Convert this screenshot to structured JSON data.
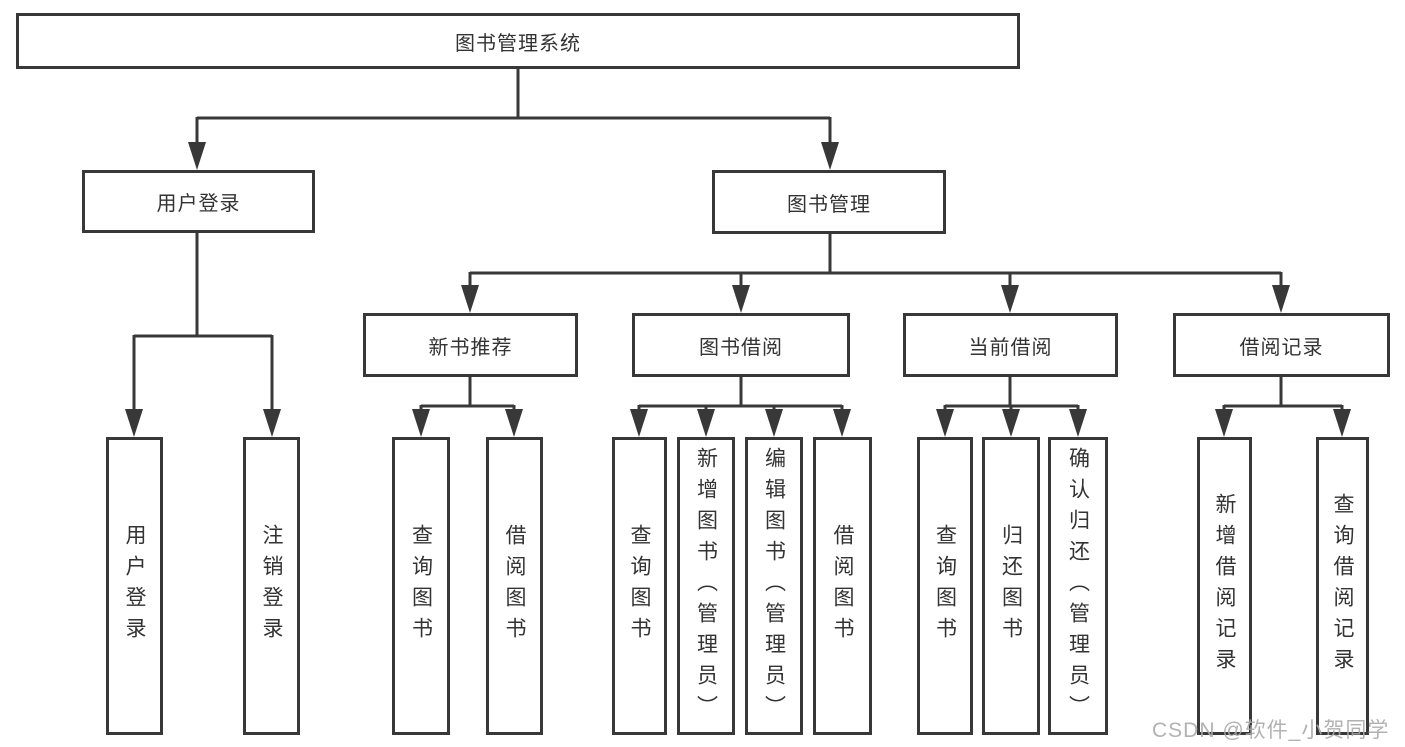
{
  "root": {
    "label": "图书管理系统"
  },
  "branches": [
    {
      "label": "用户登录"
    },
    {
      "label": "图书管理"
    }
  ],
  "branch_leaves": [
    "用户登录",
    "注销登录"
  ],
  "modules": [
    {
      "label": "新书推荐",
      "leaves": [
        "查询图书",
        "借阅图书"
      ]
    },
    {
      "label": "图书借阅",
      "leaves": [
        "查询图书",
        "新增图书（管理员）",
        "编辑图书（管理员）",
        "借阅图书"
      ]
    },
    {
      "label": "当前借阅",
      "leaves": [
        "查询图书",
        "归还图书",
        "确认归还（管理员）"
      ]
    },
    {
      "label": "借阅记录",
      "leaves": [
        "新增借阅记录",
        "查询借阅记录"
      ]
    }
  ],
  "watermark": {
    "text": "CSDN @软件_小贺同学"
  },
  "colors": {
    "line": "#383838",
    "box_border": "#383838",
    "text": "#333333",
    "background": "#ffffff",
    "watermark": "#aaaaaa"
  }
}
